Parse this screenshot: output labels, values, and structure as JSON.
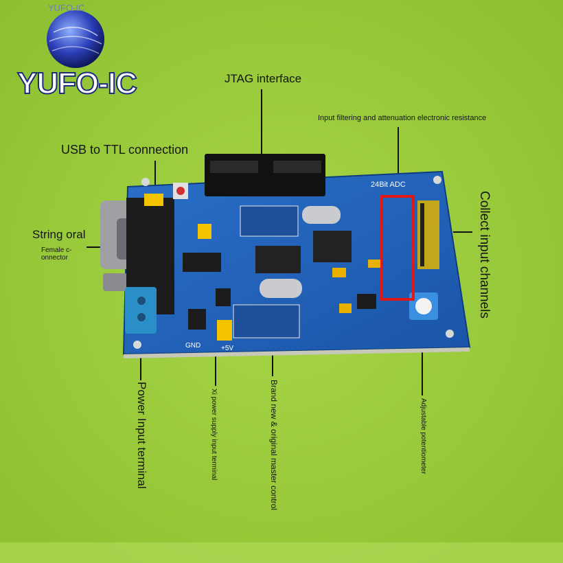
{
  "logo": {
    "arc_text": "YUFO-IC",
    "wordmark": "YUFO-IC"
  },
  "board_silkscreen": {
    "adc_label": "24Bit ADC",
    "gnd_label": "GND",
    "plus5v_label": "+5V"
  },
  "annotations": {
    "jtag": "JTAG interface",
    "filter": "Input filtering and attenuation electronic resistance",
    "usb": "USB to TTL connection",
    "string_oral": "String oral",
    "female_connector": "Female c-onnector",
    "collect": "Collect input channels",
    "power_input": "Power Input terminal",
    "xi_power": "Xi power supply input terminal",
    "brand": "Brand new & original master control",
    "potentiometer": "Adjustable potentiometer"
  },
  "colors": {
    "pcb_blue": "#1f5fb4",
    "background_green": "#9ccc3c",
    "highlight_red": "#e01818"
  }
}
